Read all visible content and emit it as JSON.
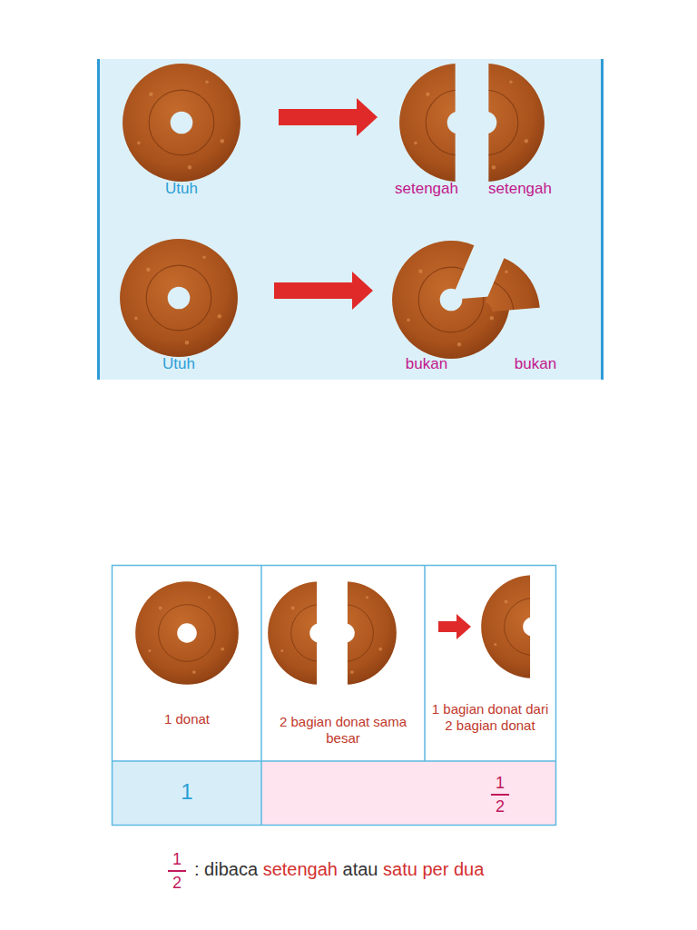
{
  "diagram": {
    "labels": [
      "Utuh",
      "setengah",
      "setengah",
      "Utuh",
      "bukan",
      "bukan",
      "1 donat",
      "2 bagian donat sama besar",
      "1 bagian donat dari 2 bagian donat",
      "1",
      "1",
      "2",
      "1",
      "2",
      ": dibaca",
      "setengah",
      "atau",
      "satu per dua"
    ]
  }
}
